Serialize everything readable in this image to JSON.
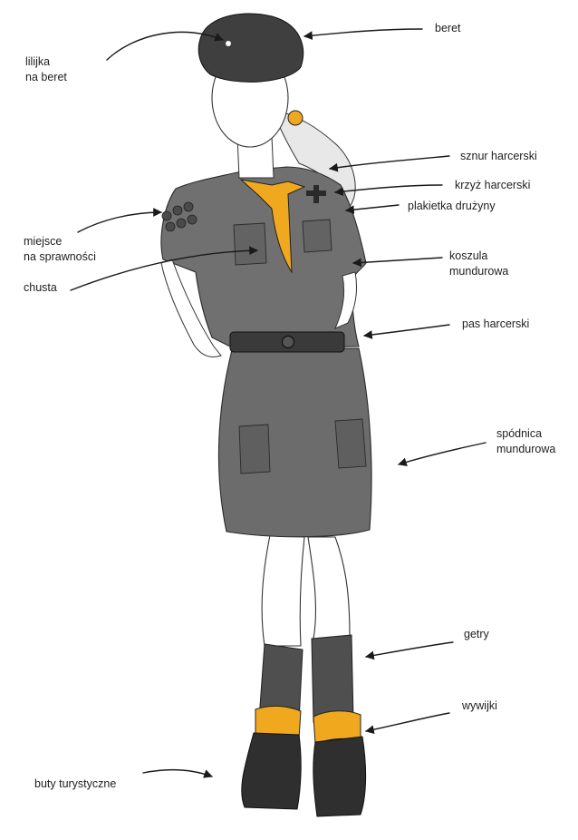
{
  "labels": {
    "beret": "beret",
    "lilijka": [
      "lilijka",
      "na beret"
    ],
    "sznur": "sznur harcerski",
    "krzyz": "krzyż harcerski",
    "plakietka": "plakietka drużyny",
    "miejsce": [
      "miejsce",
      "na sprawności"
    ],
    "koszula": [
      "koszula",
      "mundurowa"
    ],
    "chusta": "chusta",
    "pas": "pas harcerski",
    "spodnica": [
      "spódnica",
      "mundurowa"
    ],
    "getry": "getry",
    "wywijki": "wywijki",
    "buty": "buty turystyczne"
  },
  "colors": {
    "uniform": "#6c6c6c",
    "accent": "#f0a81e",
    "ink": "#1e1e1e"
  }
}
